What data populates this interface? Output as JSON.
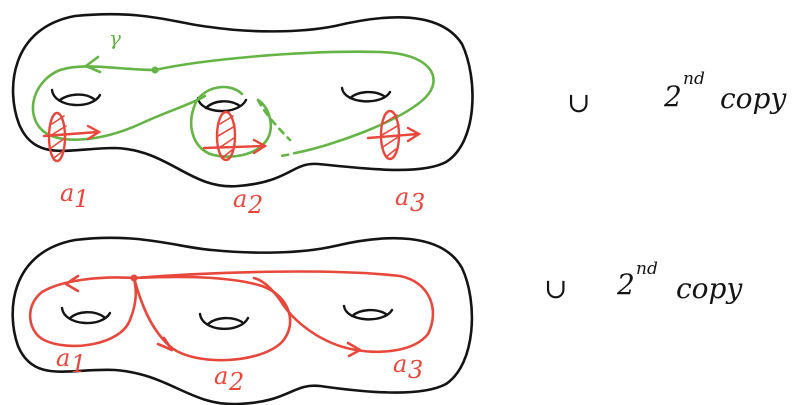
{
  "top_diagram": {
    "loop_label": "γ",
    "labels": [
      "a",
      "a",
      "a"
    ],
    "subscripts": [
      "1",
      "2",
      "3"
    ]
  },
  "top_annotation": {
    "union_symbol": "∪",
    "ordinal": "2",
    "ordinal_suffix": "nd",
    "word": "copy"
  },
  "bottom_diagram": {
    "labels": [
      "a",
      "a",
      "a"
    ],
    "subscripts": [
      "1",
      "2",
      "3"
    ]
  },
  "bottom_annotation": {
    "union_symbol": "∪",
    "ordinal": "2",
    "ordinal_suffix": "nd",
    "word": "copy"
  },
  "colors": {
    "surface": "#141414",
    "curve_gamma": "#64b446",
    "curves_a": "#e8473b"
  }
}
